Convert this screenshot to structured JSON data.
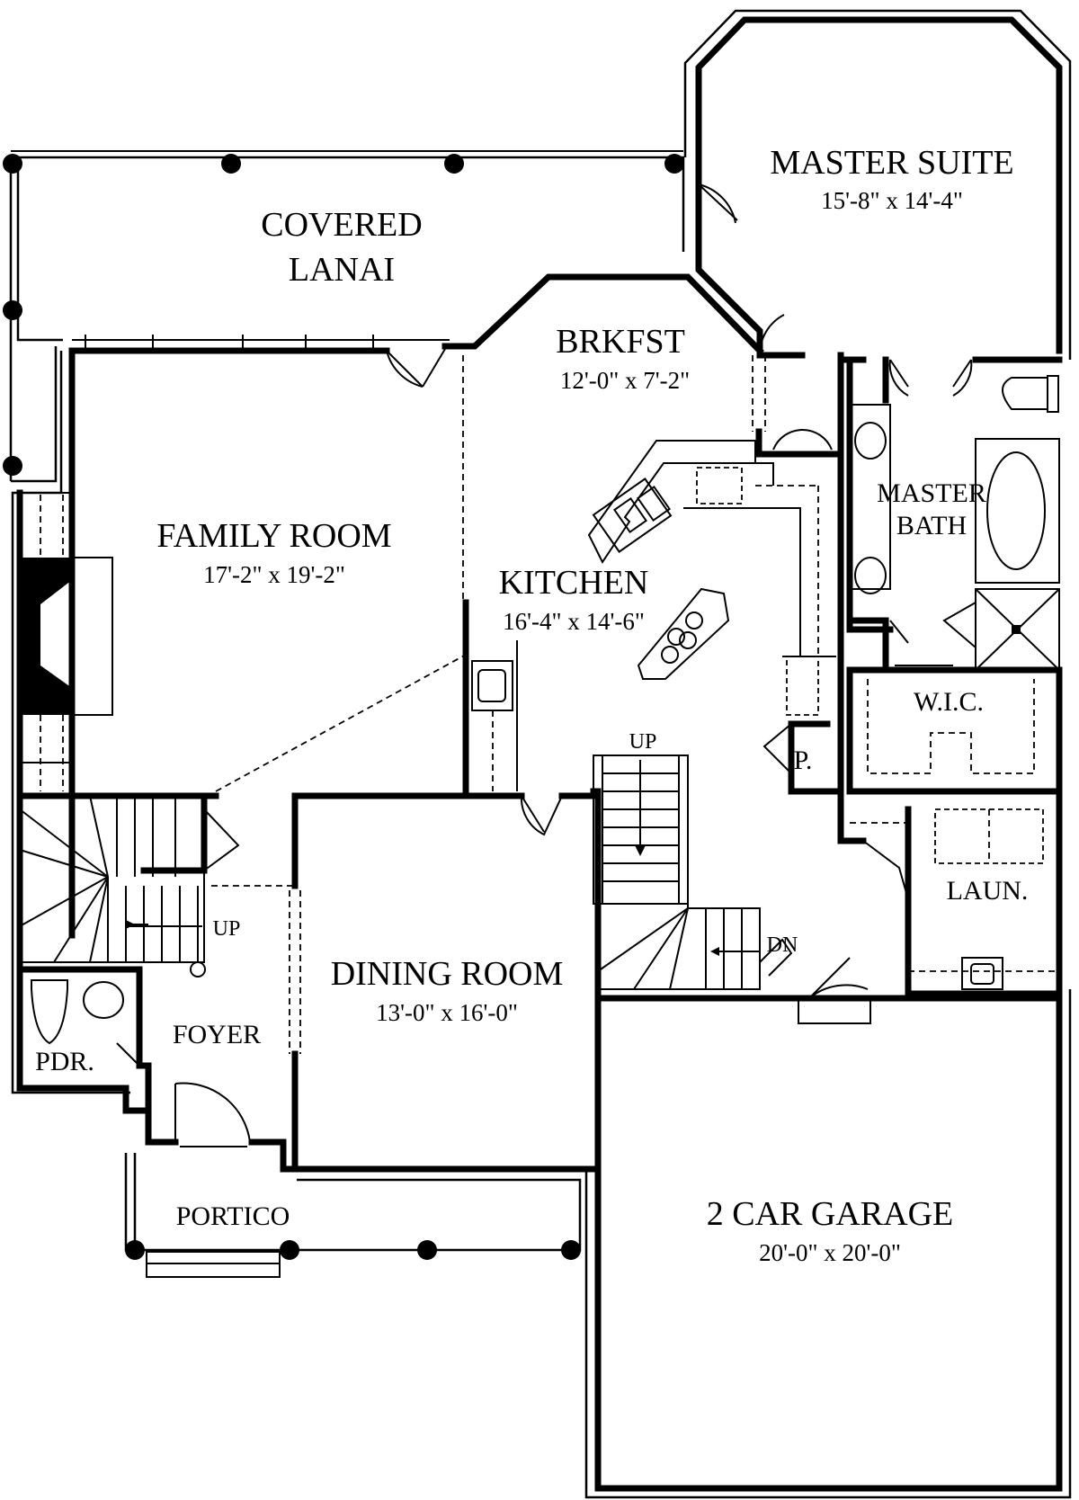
{
  "rooms": {
    "master_suite": {
      "name": "MASTER SUITE",
      "dims": "15'-8\" x 14'-4\""
    },
    "covered_lanai": {
      "line1": "COVERED",
      "line2": "LANAI"
    },
    "brkfst": {
      "name": "BRKFST",
      "dims": "12'-0\" x 7'-2\""
    },
    "family_room": {
      "name": "FAMILY ROOM",
      "dims": "17'-2\" x 19'-2\""
    },
    "kitchen": {
      "name": "KITCHEN",
      "dims": "16'-4\" x 14'-6\""
    },
    "master_bath": {
      "line1": "MASTER",
      "line2": "BATH"
    },
    "wic": {
      "name": "W.I.C."
    },
    "pantry": {
      "name": "P."
    },
    "laundry": {
      "name": "LAUN."
    },
    "dining_room": {
      "name": "DINING ROOM",
      "dims": "13'-0\" x 16'-0\""
    },
    "foyer": {
      "name": "FOYER"
    },
    "powder": {
      "name": "PDR."
    },
    "portico": {
      "name": "PORTICO"
    },
    "garage": {
      "name": "2 CAR GARAGE",
      "dims": "20'-0\" x 20'-0\""
    }
  },
  "stairs": {
    "up_main": "UP",
    "up_foyer": "UP",
    "down": "DN"
  }
}
